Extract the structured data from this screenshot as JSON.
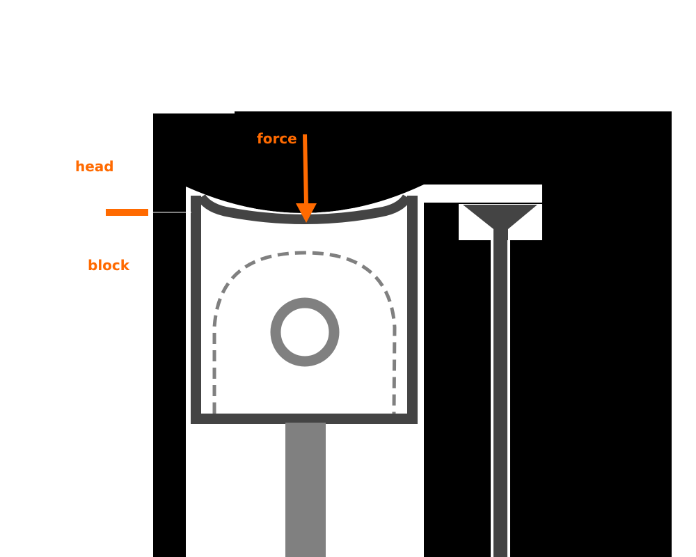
{
  "labels": {
    "head": "head",
    "block": "block",
    "force": "force"
  },
  "colors": {
    "accent": "#ff6a00",
    "frame": "#444444",
    "light_gray": "#808080",
    "mask": "#000000",
    "background": "#ffffff"
  },
  "icons": {
    "force_arrow": "down-arrow-icon",
    "hole": "circle-ring-icon"
  }
}
